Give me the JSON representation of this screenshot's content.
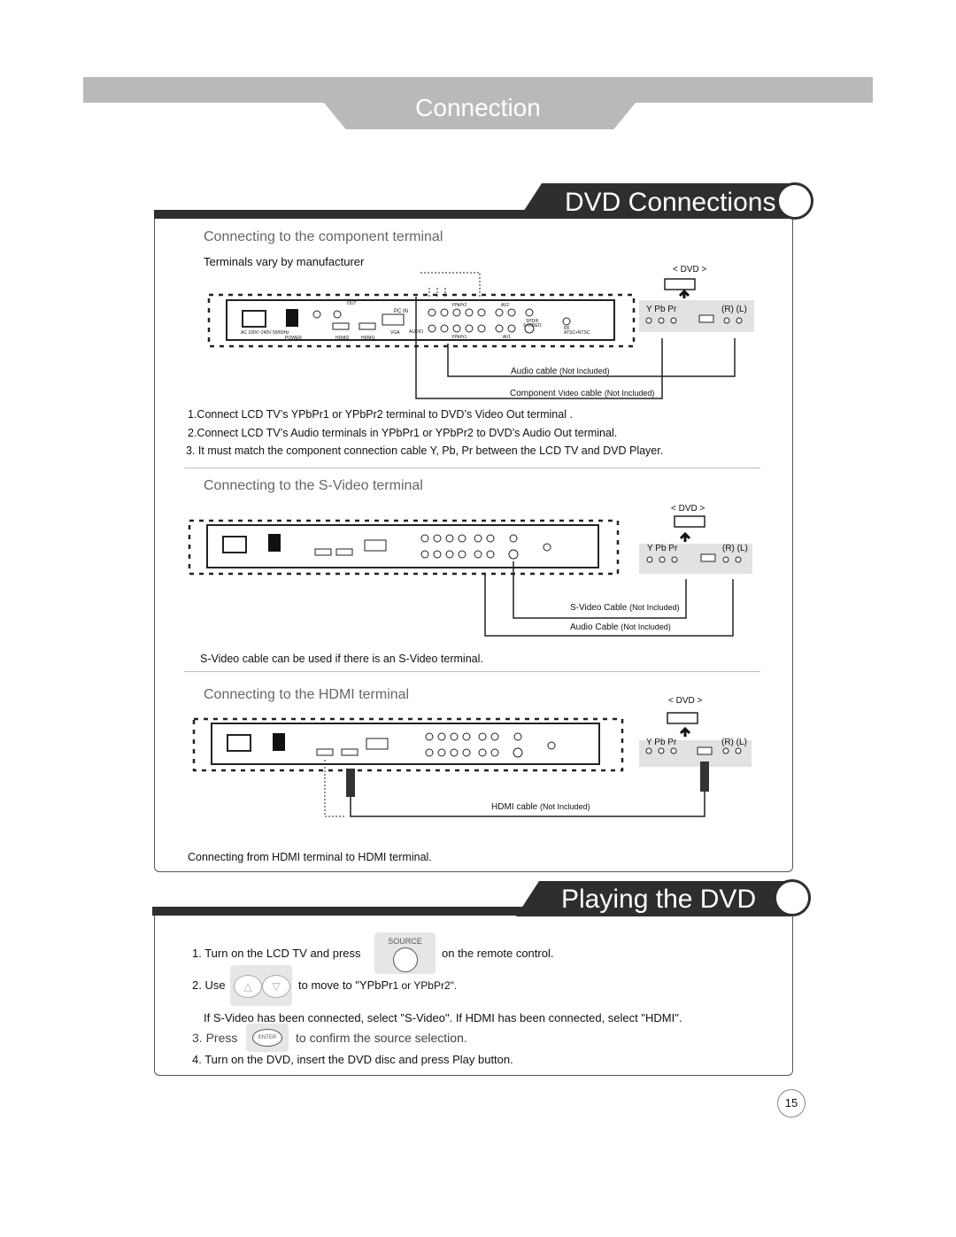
{
  "header": {
    "chapter": "Connection"
  },
  "dvd_connections": {
    "title": "DVD Connections",
    "component": {
      "heading": "Connecting to the component terminal",
      "note": "Terminals vary by manufacturer",
      "dvd_label": "< DVD >",
      "dvd_ports_left": "Y  Pb Pr",
      "dvd_ports_right": "(R) (L)",
      "audio_cable": "Audio cable",
      "audio_cable_note": "(Not Included)",
      "video_cable": "Component",
      "video_cable_mid": "Video",
      "video_cable_word": "cable",
      "video_cable_note": "(Not Included)",
      "steps": [
        "1.Connect LCD TV’s YPbPr1 or YPbPr2 terminal to DVD’s Video Out terminal .",
        "2.Connect LCD TV’s Audio terminals in YPbPr1 or YPbPr2 to DVD’s Audio Out terminal.",
        "3. It must match the component connection cable Y, Pb, Pr between the LCD TV and DVD Player."
      ]
    },
    "svideo": {
      "heading": "Connecting to the S-Video terminal",
      "dvd_label": "< DVD >",
      "dvd_ports_left": "Y  Pb Pr",
      "dvd_ports_right": "(R) (L)",
      "svideo_cable": "S-Video Cable",
      "svideo_cable_note": "(Not Included)",
      "audio_cable": "Audio Cable",
      "audio_cable_note": "(Not Included)",
      "note": "S-Video cable can be used if there is an S-Video terminal."
    },
    "hdmi": {
      "heading": "Connecting to the HDMI terminal",
      "dvd_label": "< DVD >",
      "dvd_ports_left": "Y  Pb Pr",
      "dvd_ports_right": "(R) (L)",
      "hdmi_cable": "HDMI cable",
      "hdmi_cable_note": "(Not Included)",
      "note": "Connecting from HDMI terminal to HDMI terminal."
    }
  },
  "tv_panel": {
    "ac": "AC 100V~240V 50/60Hz",
    "power": "POWER",
    "out": "OUT",
    "pc_in": "PC IN",
    "vga": "VGA",
    "audio": "AUDIO",
    "hdmi2": "HDMI2",
    "hdmi1": "HDMI1",
    "ypbpr2": "YPbPr2",
    "ypbpr1": "YPbPr1",
    "av2": "AV2",
    "av1": "AV1",
    "spdif": "SPDIF",
    "svideo": "S-VIDEO",
    "rf": "RF",
    "atsc": "ATSC+NTSC"
  },
  "playing": {
    "title": "Playing the DVD",
    "step1_pre": "1. Turn on the LCD TV and press",
    "source_key": "SOURCE",
    "step1_post": "on the remote control.",
    "step2_pre": "2. Use",
    "step2_post_a": "to move to \"YPbPr",
    "step2_post_b": "1 or YPbPr2\".",
    "step2_note": "If S-Video has been connected, select \"S-Video\".    If HDMI has been connected, select \"HDMI\".",
    "step3_pre": "3. Press",
    "enter_key": "ENTER",
    "step3_post": "to confirm  the source selection.",
    "step4": "4. Turn on the DVD, insert the DVD  disc and press Play button."
  },
  "page_number": "15"
}
